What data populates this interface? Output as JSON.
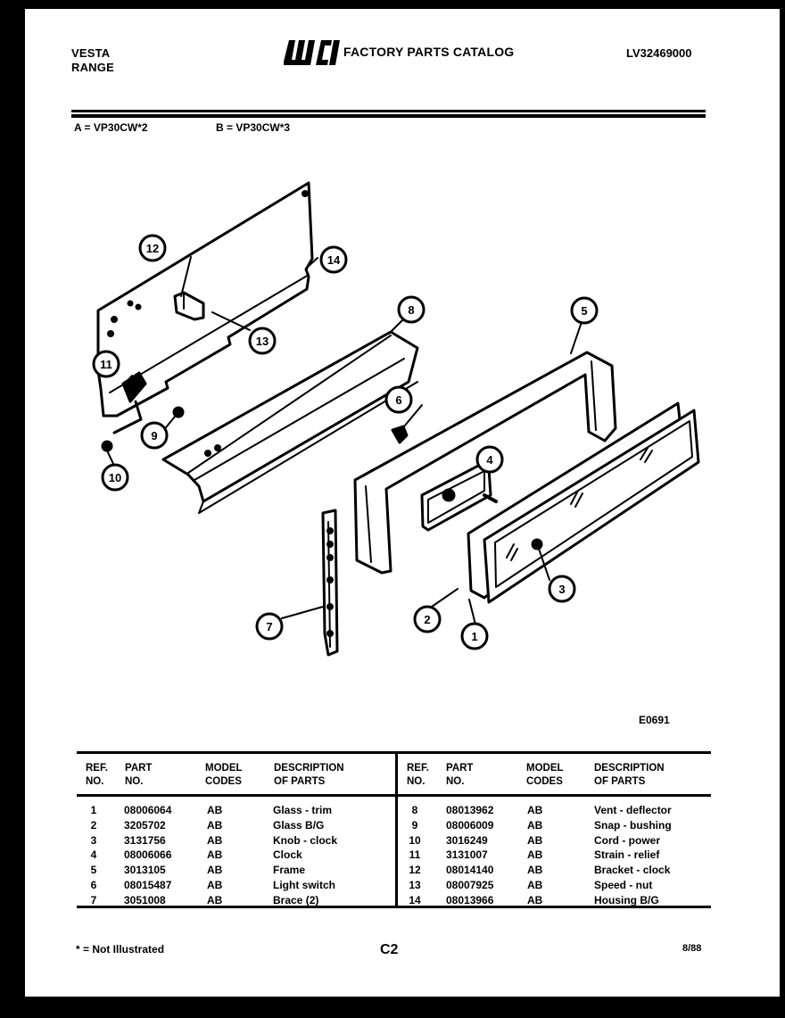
{
  "header": {
    "brand_line1": "VESTA",
    "brand_line2": "RANGE",
    "logo_text": "WCI",
    "catalog_title": "FACTORY PARTS CATALOG",
    "catalog_id": "LV32469000"
  },
  "models": {
    "a": "A = VP30CW*2",
    "b": "B = VP30CW*3"
  },
  "diagram": {
    "code": "E0691",
    "callouts": [
      "1",
      "2",
      "3",
      "4",
      "5",
      "6",
      "7",
      "8",
      "9",
      "10",
      "11",
      "12",
      "13",
      "14"
    ]
  },
  "table": {
    "headers": {
      "ref": [
        "REF.",
        "NO."
      ],
      "part": [
        "PART",
        "NO."
      ],
      "model": [
        "MODEL",
        "CODES"
      ],
      "desc": [
        "DESCRIPTION",
        "OF PARTS"
      ]
    },
    "left_rows": [
      {
        "ref": "1",
        "part": "08006064",
        "codes": "AB",
        "desc": "Glass - trim"
      },
      {
        "ref": "2",
        "part": "3205702",
        "codes": "AB",
        "desc": "Glass B/G"
      },
      {
        "ref": "3",
        "part": "3131756",
        "codes": "AB",
        "desc": "Knob - clock"
      },
      {
        "ref": "4",
        "part": "08006066",
        "codes": "AB",
        "desc": "Clock"
      },
      {
        "ref": "5",
        "part": "3013105",
        "codes": "AB",
        "desc": "Frame"
      },
      {
        "ref": "6",
        "part": "08015487",
        "codes": "AB",
        "desc": "Light switch"
      },
      {
        "ref": "7",
        "part": "3051008",
        "codes": "AB",
        "desc": "Brace (2)"
      }
    ],
    "right_rows": [
      {
        "ref": "8",
        "part": "08013962",
        "codes": "AB",
        "desc": "Vent - deflector"
      },
      {
        "ref": "9",
        "part": "08006009",
        "codes": "AB",
        "desc": "Snap - bushing"
      },
      {
        "ref": "10",
        "part": "3016249",
        "codes": "AB",
        "desc": "Cord - power"
      },
      {
        "ref": "11",
        "part": "3131007",
        "codes": "AB",
        "desc": "Strain - relief"
      },
      {
        "ref": "12",
        "part": "08014140",
        "codes": "AB",
        "desc": "Bracket - clock"
      },
      {
        "ref": "13",
        "part": "08007925",
        "codes": "AB",
        "desc": "Speed - nut"
      },
      {
        "ref": "14",
        "part": "08013966",
        "codes": "AB",
        "desc": "Housing B/G"
      }
    ]
  },
  "footer": {
    "note": "* = Not Illustrated",
    "page": "C2",
    "date": "8/88"
  }
}
